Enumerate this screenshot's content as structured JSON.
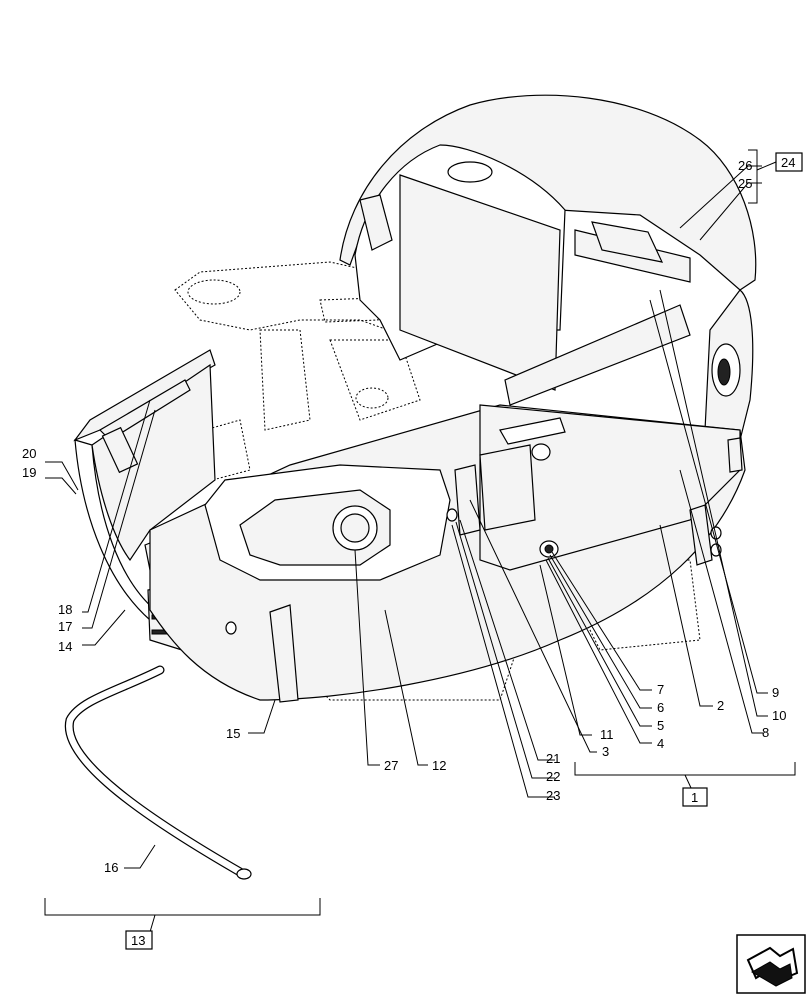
{
  "callouts": {
    "c2": "2",
    "c3": "3",
    "c4": "4",
    "c5": "5",
    "c6": "6",
    "c7": "7",
    "c8": "8",
    "c9": "9",
    "c10": "10",
    "c11": "11",
    "c12": "12",
    "c14": "14",
    "c15": "15",
    "c16": "16",
    "c17": "17",
    "c18": "18",
    "c19": "19",
    "c20": "20",
    "c21": "21",
    "c22": "22",
    "c23": "23",
    "c25": "25",
    "c26": "26",
    "c27": "27"
  },
  "assemblies": {
    "a1": "1",
    "a13": "13",
    "a24": "24"
  },
  "icons": {
    "nav": "next-page-arrow-icon"
  },
  "colors": {
    "line": "#000000",
    "fill": "#f4f4f4",
    "background": "#ffffff"
  }
}
